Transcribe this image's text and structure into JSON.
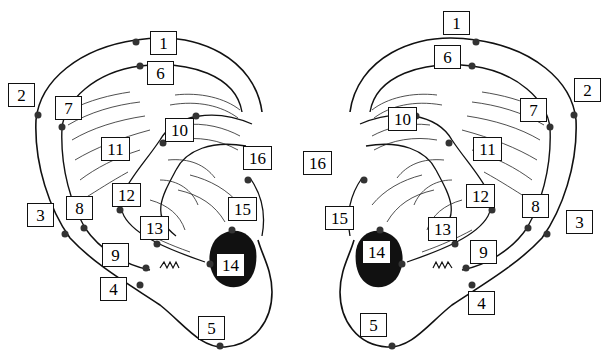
{
  "diagram": {
    "nodes": [
      {
        "text": [
          "1"
        ]
      },
      {
        "text": [
          "2"
        ]
      },
      {
        "text": [
          "3"
        ]
      },
      {
        "text": [
          "4"
        ]
      },
      {
        "text": [
          "5"
        ]
      },
      {
        "text": [
          "6"
        ]
      },
      {
        "text": [
          "7"
        ]
      },
      {
        "text": [
          "8"
        ]
      },
      {
        "text": [
          "9"
        ]
      },
      {
        "text": [
          "10"
        ]
      },
      {
        "text": [
          "11"
        ]
      },
      {
        "text": [
          "12"
        ]
      },
      {
        "text": [
          "13"
        ]
      },
      {
        "text": [
          "14"
        ]
      },
      {
        "text": [
          "15"
        ]
      },
      {
        "text": [
          "16"
        ]
      },
      {
        "text": [
          "1"
        ]
      },
      {
        "text": [
          "2"
        ]
      },
      {
        "text": [
          "3"
        ]
      },
      {
        "text": [
          "4"
        ]
      },
      {
        "text": [
          "5"
        ]
      },
      {
        "text": [
          "6"
        ]
      },
      {
        "text": [
          "7"
        ]
      },
      {
        "text": [
          "8"
        ]
      },
      {
        "text": [
          "9"
        ]
      },
      {
        "text": [
          "10"
        ]
      },
      {
        "text": [
          "11"
        ]
      },
      {
        "text": [
          "12"
        ]
      },
      {
        "text": [
          "13"
        ]
      },
      {
        "text": [
          "14"
        ]
      },
      {
        "text": [
          "15"
        ]
      },
      {
        "text": [
          "16"
        ]
      }
    ]
  }
}
